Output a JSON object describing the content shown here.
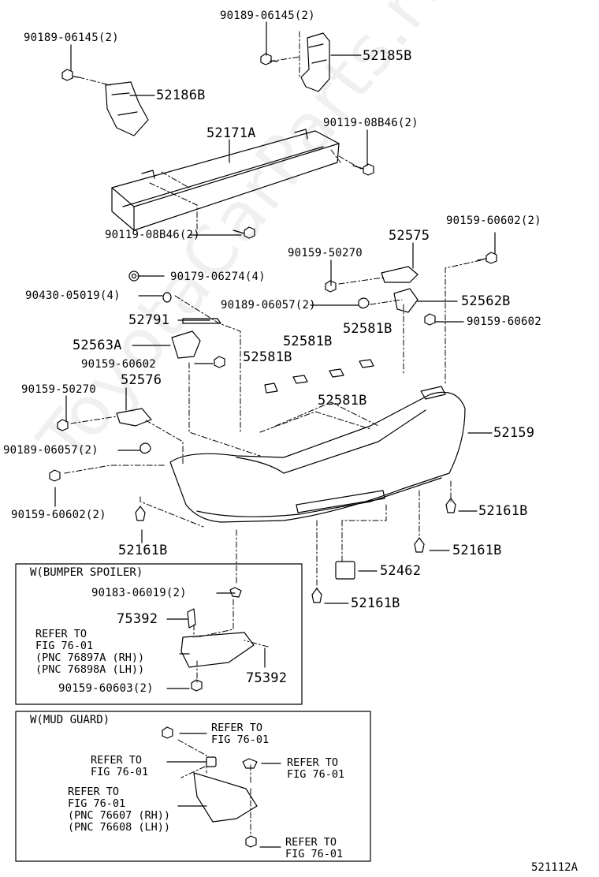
{
  "watermark": "ToyotaCarParts.ru",
  "diagram_code": "521112A",
  "labels": {
    "p90189_06145_left": "90189-06145(2)",
    "p90189_06145_top": "90189-06145(2)",
    "p52185B": "52185B",
    "p52186B": "52186B",
    "p52171A": "52171A",
    "p90119_08B46_right": "90119-08B46(2)",
    "p90119_08B46_bottom": "90119-08B46(2)",
    "p90159_60602_2_top": "90159-60602(2)",
    "p52575": "52575",
    "p90159_50270_top": "90159-50270",
    "p90179_06274": "90179-06274(4)",
    "p90430_05019": "90430-05019(4)",
    "p90189_06057_top": "90189-06057(2)",
    "p52562B": "52562B",
    "p52791": "52791",
    "p90159_60602_right": "90159-60602",
    "p52581B_a": "52581B",
    "p52581B_b": "52581B",
    "p52563A": "52563A",
    "p52581B_c": "52581B",
    "p90159_60602_mid": "90159-60602",
    "p90159_50270_left": "90159-50270",
    "p52576": "52576",
    "p52581B_d": "52581B",
    "p52159": "52159",
    "p90189_06057_left": "90189-06057(2)",
    "p90159_60602_2_left": "90159-60602(2)",
    "p52161B_r1": "52161B",
    "p52161B_left": "52161B",
    "p52161B_r2": "52161B",
    "p52462": "52462",
    "p52161B_bottom": "52161B"
  },
  "spoiler_box": {
    "title": "W(BUMPER SPOILER)",
    "fastener": "90183-06019(2)",
    "part_a": "75392",
    "part_b": "75392",
    "refer_note": "REFER TO\nFIG 76-01\n(PNC 76897A (RH))\n(PNC 76898A (LH))",
    "screw": "90159-60603(2)"
  },
  "mudguard_box": {
    "title": "W(MUD GUARD)",
    "refer_top": "REFER TO\nFIG 76-01",
    "refer_left": "REFER TO\nFIG 76-01",
    "refer_right": "REFER TO\nFIG 76-01",
    "refer_note": "REFER TO\nFIG 76-01\n(PNC 76607 (RH))\n(PNC 76608 (LH))",
    "refer_bottom": "REFER TO\nFIG 76-01"
  }
}
